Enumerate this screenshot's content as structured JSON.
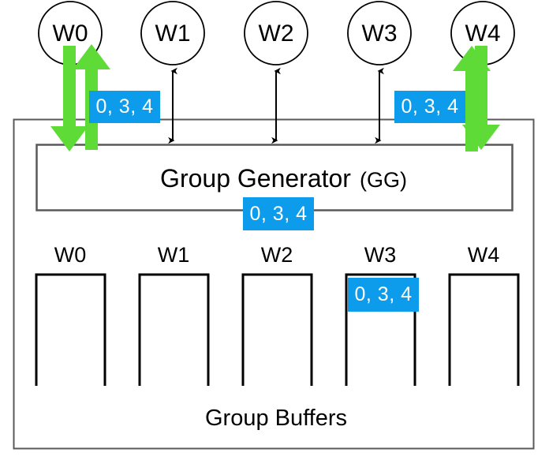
{
  "diagram": {
    "title_group_generator": "Group Generator",
    "title_group_generator_suffix": "(GG)",
    "title_group_buffers": "Group Buffers",
    "colors": {
      "tag_background": "#0d9cec",
      "tag_text": "#ffffff",
      "arrow_highlight": "#5fdb38",
      "line": "#000000",
      "box_border": "#595959"
    },
    "workers_top": [
      {
        "label": "W0"
      },
      {
        "label": "W1"
      },
      {
        "label": "W2"
      },
      {
        "label": "W3"
      },
      {
        "label": "W4"
      }
    ],
    "buffers": [
      {
        "label": "W0"
      },
      {
        "label": "W1"
      },
      {
        "label": "W2"
      },
      {
        "label": "W3"
      },
      {
        "label": "W4"
      }
    ],
    "tags": [
      {
        "name": "tag-w0-link",
        "text": "0, 3, 4"
      },
      {
        "name": "tag-w3-link",
        "text": "0, 3, 4"
      },
      {
        "name": "tag-group-generator",
        "text": "0, 3, 4"
      },
      {
        "name": "tag-buffer-w3",
        "text": "0, 3, 4"
      }
    ]
  }
}
